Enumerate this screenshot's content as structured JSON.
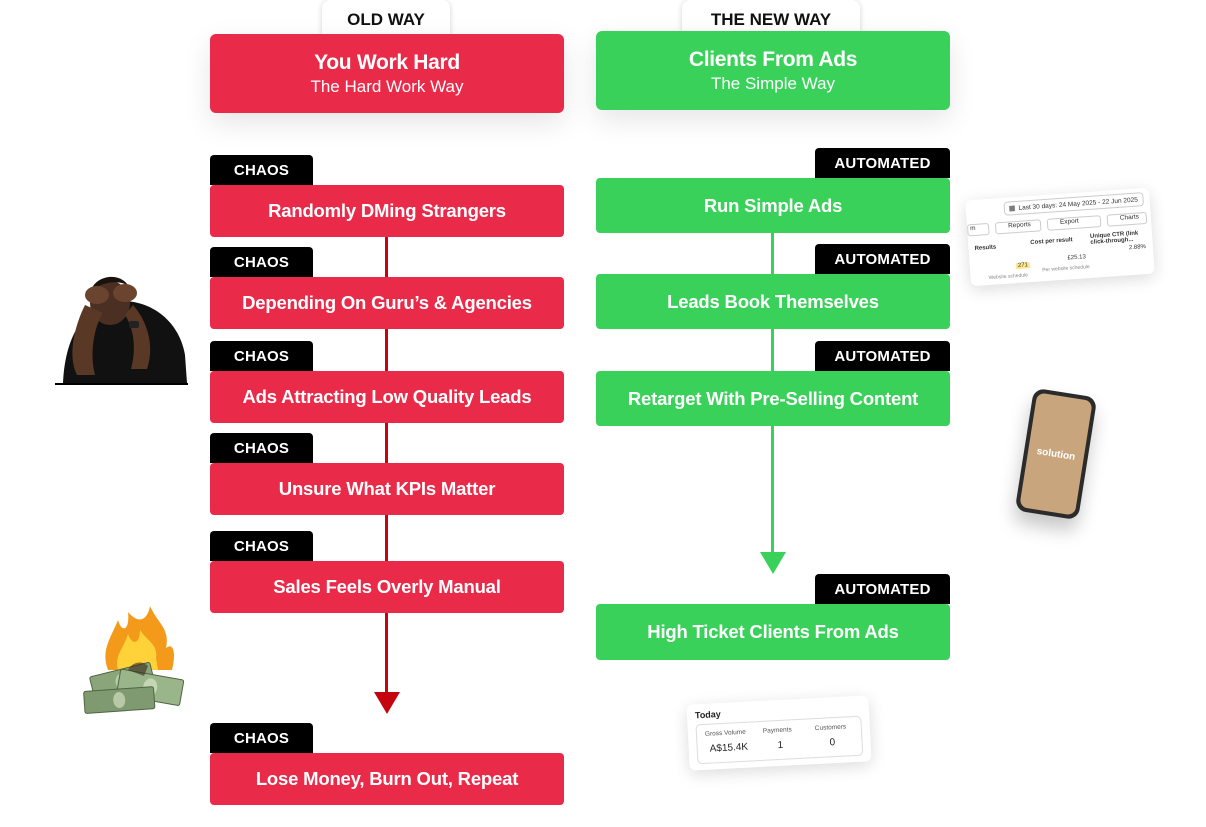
{
  "old_way": {
    "pill": "OLD WAY",
    "title": "You Work Hard",
    "subtitle": "The Hard Work Way",
    "tag": "CHAOS",
    "steps": [
      "Randomly DMing Strangers",
      "Depending On Guru’s & Agencies",
      "Ads Attracting Low Quality Leads",
      "Unsure What KPIs Matter",
      "Sales Feels Overly Manual",
      "Lose Money, Burn Out, Repeat"
    ]
  },
  "new_way": {
    "pill": "THE NEW WAY",
    "title": "Clients From Ads",
    "subtitle": "The Simple Way",
    "tag": "AUTOMATED",
    "steps": [
      "Run Simple Ads",
      "Leads Book Themselves",
      "Retarget With Pre-Selling Content",
      "High Ticket Clients From Ads"
    ]
  },
  "ads_card": {
    "date_range": "Last 30 days: 24 May 2025 - 22 Jun 2025",
    "col_first": "m",
    "reports": "Reports",
    "export": "Export",
    "charts": "Charts",
    "h_results": "Results",
    "h_cost": "Cost per result",
    "h_ctr": "Unique CTR (link click-through...",
    "v_results": "271",
    "v_cost": "£25.13",
    "v_ctr": "2.88%",
    "sub_results": "Website schedule",
    "sub_cost": "Per website schedule"
  },
  "phone": {
    "label": "solution"
  },
  "payments_card": {
    "title": "Today",
    "l1": "Gross Volume",
    "v1": "A$15.4K",
    "l2": "Payments",
    "v2": "1",
    "l3": "Customers",
    "v3": "0"
  },
  "colors": {
    "red": "#ea2a49",
    "green": "#3ad15a",
    "dark_red": "#c40510",
    "black": "#000000"
  }
}
